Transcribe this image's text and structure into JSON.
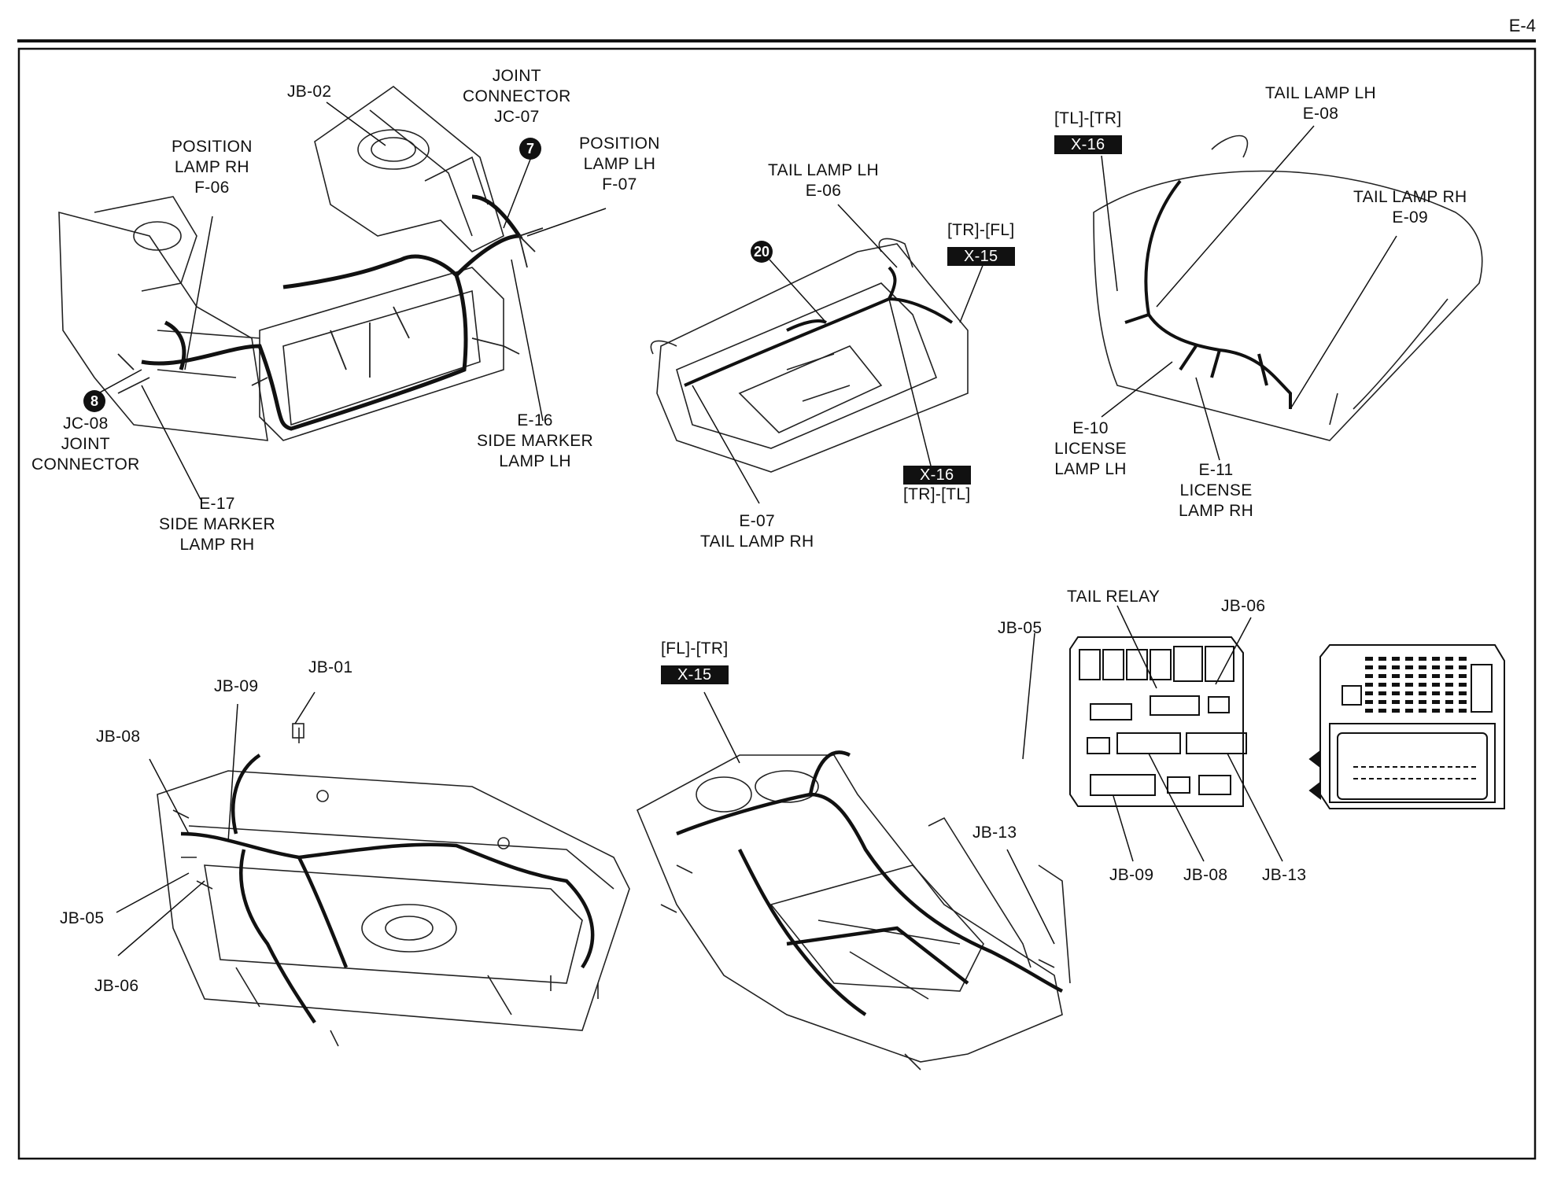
{
  "page_number": "E-4",
  "callouts": {
    "c1": "7",
    "c2": "8",
    "c3": "20"
  },
  "front": {
    "jb02": "JB-02",
    "jc07": [
      "JOINT",
      "CONNECTOR",
      "JC-07"
    ],
    "posRH": [
      "POSITION",
      "LAMP RH",
      "F-06"
    ],
    "posLH": [
      "POSITION",
      "LAMP LH",
      "F-07"
    ],
    "jc08": [
      "JC-08",
      "JOINT",
      "CONNECTOR"
    ],
    "e16": [
      "E-16",
      "SIDE MARKER",
      "LAMP LH"
    ],
    "e17": [
      "E-17",
      "SIDE MARKER",
      "LAMP RH"
    ]
  },
  "rear": {
    "e06": [
      "TAIL LAMP LH",
      "E-06"
    ],
    "trfl": "[TR]-[FL]",
    "x15": "X-15",
    "x16": "X-16",
    "trtl": "[TR]-[TL]",
    "e07": [
      "E-07",
      "TAIL LAMP RH"
    ]
  },
  "trunk": {
    "tltr": "[TL]-[TR]",
    "x16": "X-16",
    "e08": [
      "TAIL LAMP LH",
      "E-08"
    ],
    "e09": [
      "TAIL LAMP RH",
      "E-09"
    ],
    "e10": [
      "E-10",
      "LICENSE",
      "LAMP LH"
    ],
    "e11": [
      "E-11",
      "LICENSE",
      "LAMP RH"
    ]
  },
  "dash": {
    "jb01": "JB-01",
    "jb09": "JB-09",
    "jb08": "JB-08",
    "jb05": "JB-05",
    "jb06": "JB-06"
  },
  "floor": {
    "fltr": "[FL]-[TR]",
    "x15": "X-15",
    "jb13": "JB-13"
  },
  "jbox": {
    "tail_relay": "TAIL RELAY",
    "jb05": "JB-05",
    "jb06": "JB-06",
    "jb09": "JB-09",
    "jb08": "JB-08",
    "jb13": "JB-13"
  }
}
